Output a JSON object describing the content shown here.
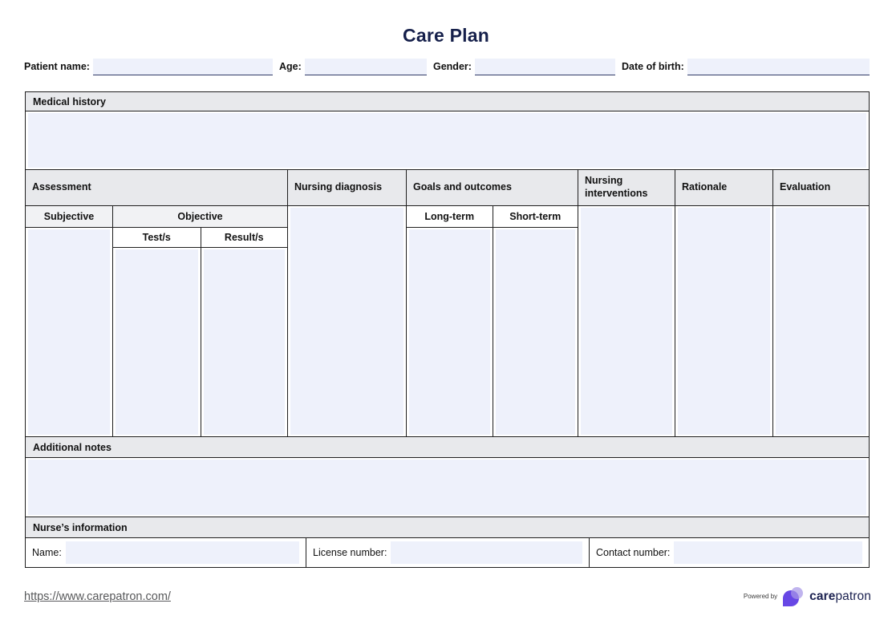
{
  "title": "Care Plan",
  "patient": {
    "name_label": "Patient name:",
    "age_label": "Age:",
    "gender_label": "Gender:",
    "dob_label": "Date of birth:"
  },
  "medical_history": {
    "header": "Medical history"
  },
  "care_table": {
    "assessment": "Assessment",
    "subjective": "Subjective",
    "objective": "Objective",
    "tests": "Test/s",
    "results": "Result/s",
    "nursing_diagnosis": "Nursing diagnosis",
    "goals": "Goals and outcomes",
    "long_term": "Long-term",
    "short_term": "Short-term",
    "nursing_interventions": "Nursing interventions",
    "rationale": "Rationale",
    "evaluation": "Evaluation"
  },
  "additional_notes": {
    "header": "Additional notes"
  },
  "nurse_info": {
    "header": "Nurse’s information",
    "name_label": "Name:",
    "license_label": "License number:",
    "contact_label": "Contact number:"
  },
  "footer": {
    "link": "https://www.carepatron.com/",
    "powered_by": "Powered by",
    "brand_bold": "care",
    "brand_regular": "patron"
  },
  "colors": {
    "accent_purple": "#6747e5",
    "field_lavender": "#eef1fb",
    "header_gray": "#e8e9ec",
    "title_navy": "#16204b"
  }
}
